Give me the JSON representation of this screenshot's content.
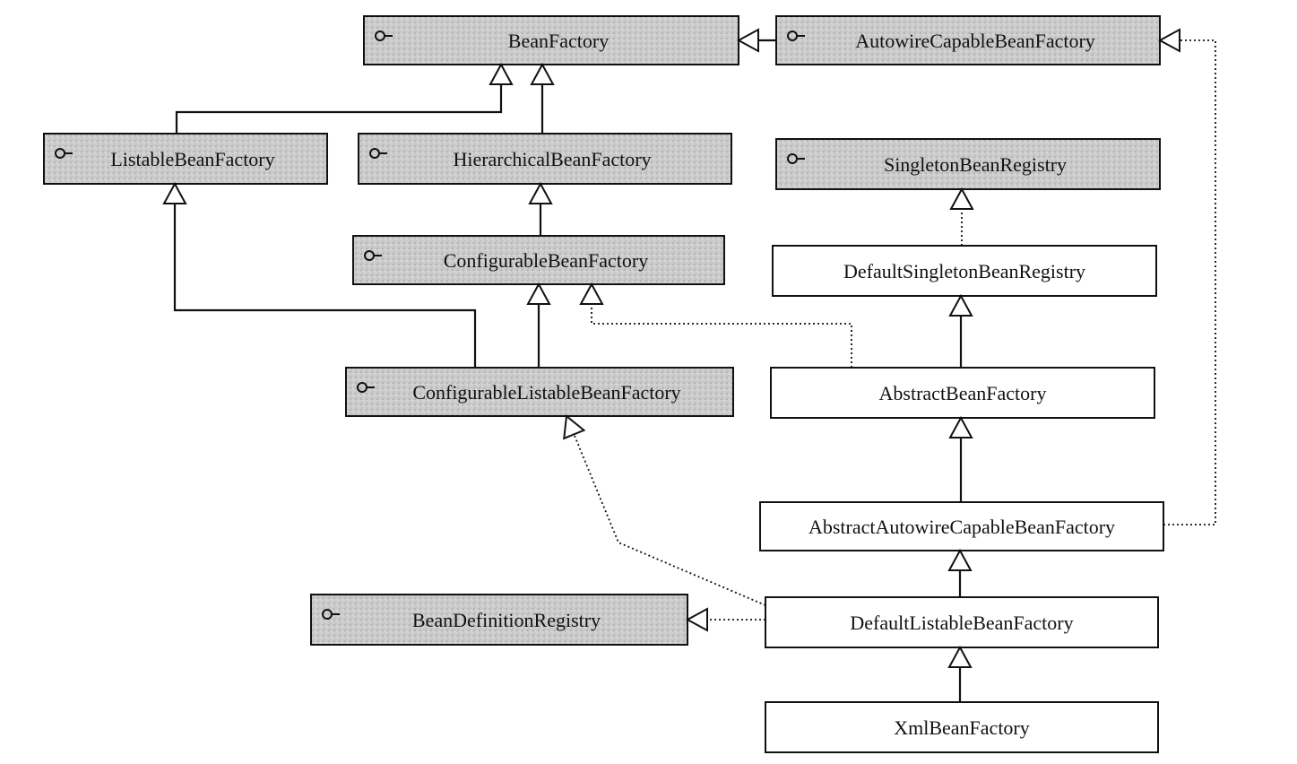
{
  "nodes": [
    {
      "id": "BeanFactory",
      "label": "BeanFactory",
      "kind": "interface"
    },
    {
      "id": "AutowireCapableBeanFactory",
      "label": "AutowireCapableBeanFactory",
      "kind": "interface"
    },
    {
      "id": "ListableBeanFactory",
      "label": "ListableBeanFactory",
      "kind": "interface"
    },
    {
      "id": "HierarchicalBeanFactory",
      "label": "HierarchicalBeanFactory",
      "kind": "interface"
    },
    {
      "id": "SingletonBeanRegistry",
      "label": "SingletonBeanRegistry",
      "kind": "interface"
    },
    {
      "id": "ConfigurableBeanFactory",
      "label": "ConfigurableBeanFactory",
      "kind": "interface"
    },
    {
      "id": "DefaultSingletonBeanRegistry",
      "label": "DefaultSingletonBeanRegistry",
      "kind": "class"
    },
    {
      "id": "ConfigurableListableBeanFactory",
      "label": "ConfigurableListableBeanFactory",
      "kind": "interface"
    },
    {
      "id": "AbstractBeanFactory",
      "label": "AbstractBeanFactory",
      "kind": "class"
    },
    {
      "id": "AbstractAutowireCapableBeanFactory",
      "label": "AbstractAutowireCapableBeanFactory",
      "kind": "class"
    },
    {
      "id": "BeanDefinitionRegistry",
      "label": "BeanDefinitionRegistry",
      "kind": "interface"
    },
    {
      "id": "DefaultListableBeanFactory",
      "label": "DefaultListableBeanFactory",
      "kind": "class"
    },
    {
      "id": "XmlBeanFactory",
      "label": "XmlBeanFactory",
      "kind": "class"
    }
  ],
  "edges": [
    {
      "from": "AutowireCapableBeanFactory",
      "to": "BeanFactory",
      "type": "extends"
    },
    {
      "from": "ListableBeanFactory",
      "to": "BeanFactory",
      "type": "extends"
    },
    {
      "from": "HierarchicalBeanFactory",
      "to": "BeanFactory",
      "type": "extends"
    },
    {
      "from": "ConfigurableBeanFactory",
      "to": "HierarchicalBeanFactory",
      "type": "extends"
    },
    {
      "from": "ConfigurableListableBeanFactory",
      "to": "ListableBeanFactory",
      "type": "extends"
    },
    {
      "from": "ConfigurableListableBeanFactory",
      "to": "ConfigurableBeanFactory",
      "type": "extends"
    },
    {
      "from": "DefaultSingletonBeanRegistry",
      "to": "SingletonBeanRegistry",
      "type": "implements"
    },
    {
      "from": "AbstractBeanFactory",
      "to": "DefaultSingletonBeanRegistry",
      "type": "extends"
    },
    {
      "from": "AbstractBeanFactory",
      "to": "ConfigurableBeanFactory",
      "type": "implements"
    },
    {
      "from": "AbstractAutowireCapableBeanFactory",
      "to": "AbstractBeanFactory",
      "type": "extends"
    },
    {
      "from": "AbstractAutowireCapableBeanFactory",
      "to": "AutowireCapableBeanFactory",
      "type": "implements"
    },
    {
      "from": "DefaultListableBeanFactory",
      "to": "AbstractAutowireCapableBeanFactory",
      "type": "extends"
    },
    {
      "from": "DefaultListableBeanFactory",
      "to": "ConfigurableListableBeanFactory",
      "type": "implements"
    },
    {
      "from": "DefaultListableBeanFactory",
      "to": "BeanDefinitionRegistry",
      "type": "implements"
    },
    {
      "from": "XmlBeanFactory",
      "to": "DefaultListableBeanFactory",
      "type": "extends"
    }
  ],
  "colors": {
    "interface_fill": "#c9c9c9",
    "class_fill": "#ffffff",
    "stroke": "#111111"
  }
}
